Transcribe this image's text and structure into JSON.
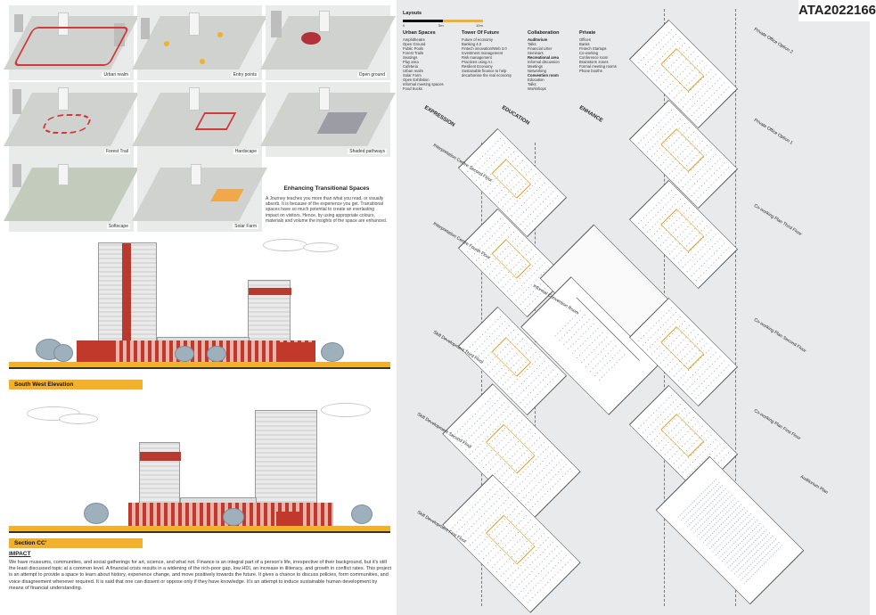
{
  "badge": "ATA2022166",
  "site_views": [
    {
      "label": "Urban realm"
    },
    {
      "label": "Entry points"
    },
    {
      "label": "Open ground"
    },
    {
      "label": "Forest Trail"
    },
    {
      "label": "Hardscape"
    },
    {
      "label": "Shaded pathways"
    },
    {
      "label": "Softscape"
    },
    {
      "label": "Solar Farm"
    }
  ],
  "transitional": {
    "title": "Enhancing Transitional Spaces",
    "body": "A Journey teaches you more than what you read, or visually absorb. It is because of the experience you get. Transitional spaces have so much potential to create an everlasting impact on visitors. Hence, by using appropriate colours, materials and volume the insights of the space are enhanced."
  },
  "elevation_1": {
    "label": "South West Elevation"
  },
  "elevation_2": {
    "label": "Section CC'"
  },
  "impact": {
    "title": "IMPACT",
    "body": "We have museums, communities, and social gatherings for art, science, and what not. Finance is an integral part of a person's life, irrespective of their background, but it's still the least discussed topic at a common level. A financial crisis results in a widening of the rich-poor gap, low HDI, an increase in illiteracy, and growth in conflict rates. This project is an attempt to provide a space to learn about history, experience change, and move positively towards the future. It gives a chance to discuss policies, form communities, and voice disagreement whenever required. It is said that one can dissent or oppose only if they have knowledge. It's an attempt to induce sustainable human development by means of financial understanding."
  },
  "legend": {
    "title": "Layouts",
    "scale": [
      "0",
      "5m",
      "10m"
    ],
    "columns": [
      {
        "heading": "Urban Spaces",
        "items": [
          "Amphitheatre",
          "Open Ground",
          "Public Pools",
          "Forest Trails",
          "Seatings",
          "Play area",
          "Cafeteria",
          "Urban realm",
          "Solar Farm",
          "Open Exhibition",
          "Informal meeting spaces",
          "Food trucks"
        ]
      },
      {
        "heading": "Tower Of Future",
        "items": [
          "Future of economy",
          "Banking 4.0",
          "Fintech innovation/Web 3.0",
          "Investment management",
          "Risk management",
          "Practices using A.I.",
          "Resilient Economy",
          "Sustainable finance to help decarbonise the real economy"
        ]
      },
      {
        "heading": "Collaboration",
        "groups": [
          {
            "bold": "Auditorium",
            "items": [
              "Talks",
              "Financial Litter",
              "Seminars"
            ]
          },
          {
            "bold": "Recreational area",
            "items": [
              "Informal discussion",
              "Meetings",
              "Networking"
            ]
          },
          {
            "bold": "Convention room",
            "items": [
              "Education",
              "Talks",
              "Workshops"
            ]
          }
        ]
      },
      {
        "heading": "Private",
        "items": [
          "Offices",
          "Banks",
          "Fintech Startups",
          "Co-working",
          "Conference room",
          "Brainstorm zones",
          "Formal meeting rooms",
          "Phone booths"
        ]
      }
    ]
  },
  "axes": [
    "EXPRESSION",
    "EDUCATION",
    "ENHANCE"
  ],
  "plans": {
    "expression": [
      "Interpretation Centre Second Floor",
      "Interpretation Centre Fourth Floor",
      "Skill Development Third Floor",
      "Skill Development Second Floor",
      "Skill Development First Floor"
    ],
    "middle": [
      "Informal Convention Room"
    ],
    "enhance": [
      "Private Office Option 2",
      "Private Office Option 1",
      "Co-working Plan Third Floor",
      "Co-working Plan Second Floor",
      "Co-working Plan First Floor",
      "Auditorium Plan"
    ]
  },
  "colors": {
    "accent": "#f1b12a",
    "brick": "#c0392b",
    "panel": "#e8eaec"
  }
}
